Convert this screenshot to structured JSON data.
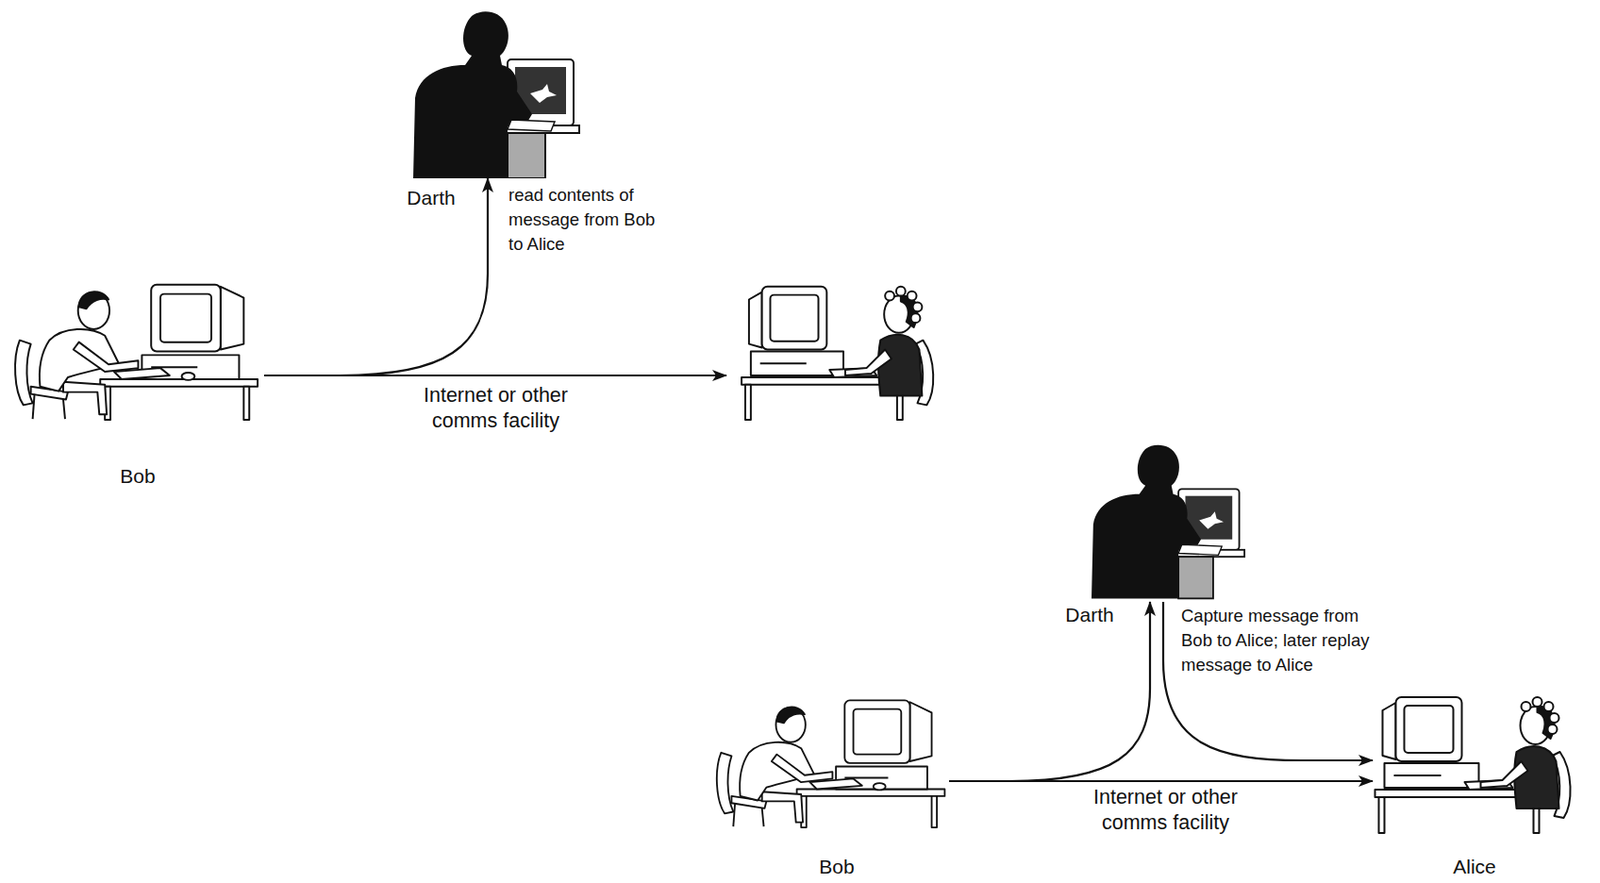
{
  "diagram": {
    "nodes": [
      {
        "text": [
          "Darth"
        ]
      },
      {
        "text": [
          "Bob"
        ]
      },
      {
        "text": [
          "Internet or other comms facility"
        ]
      },
      {
        "text": [
          "Darth"
        ]
      },
      {
        "text": [
          "Bob"
        ]
      },
      {
        "text": [
          "Internet or other comms facility"
        ]
      },
      {
        "text": [
          "Alice"
        ]
      }
    ],
    "edges": [
      {
        "from": 1,
        "to": 0,
        "arrow": "to"
      },
      {
        "from": 4,
        "to": 3,
        "arrow": "to"
      },
      {
        "from": 3,
        "to": 6,
        "arrow": "to"
      },
      {
        "from": 4,
        "to": 6,
        "arrow": "to"
      }
    ],
    "labels": [
      "read contents of message from Bob to Alice",
      "Capture message from Bob to Alice; later replay message to Alice"
    ]
  }
}
